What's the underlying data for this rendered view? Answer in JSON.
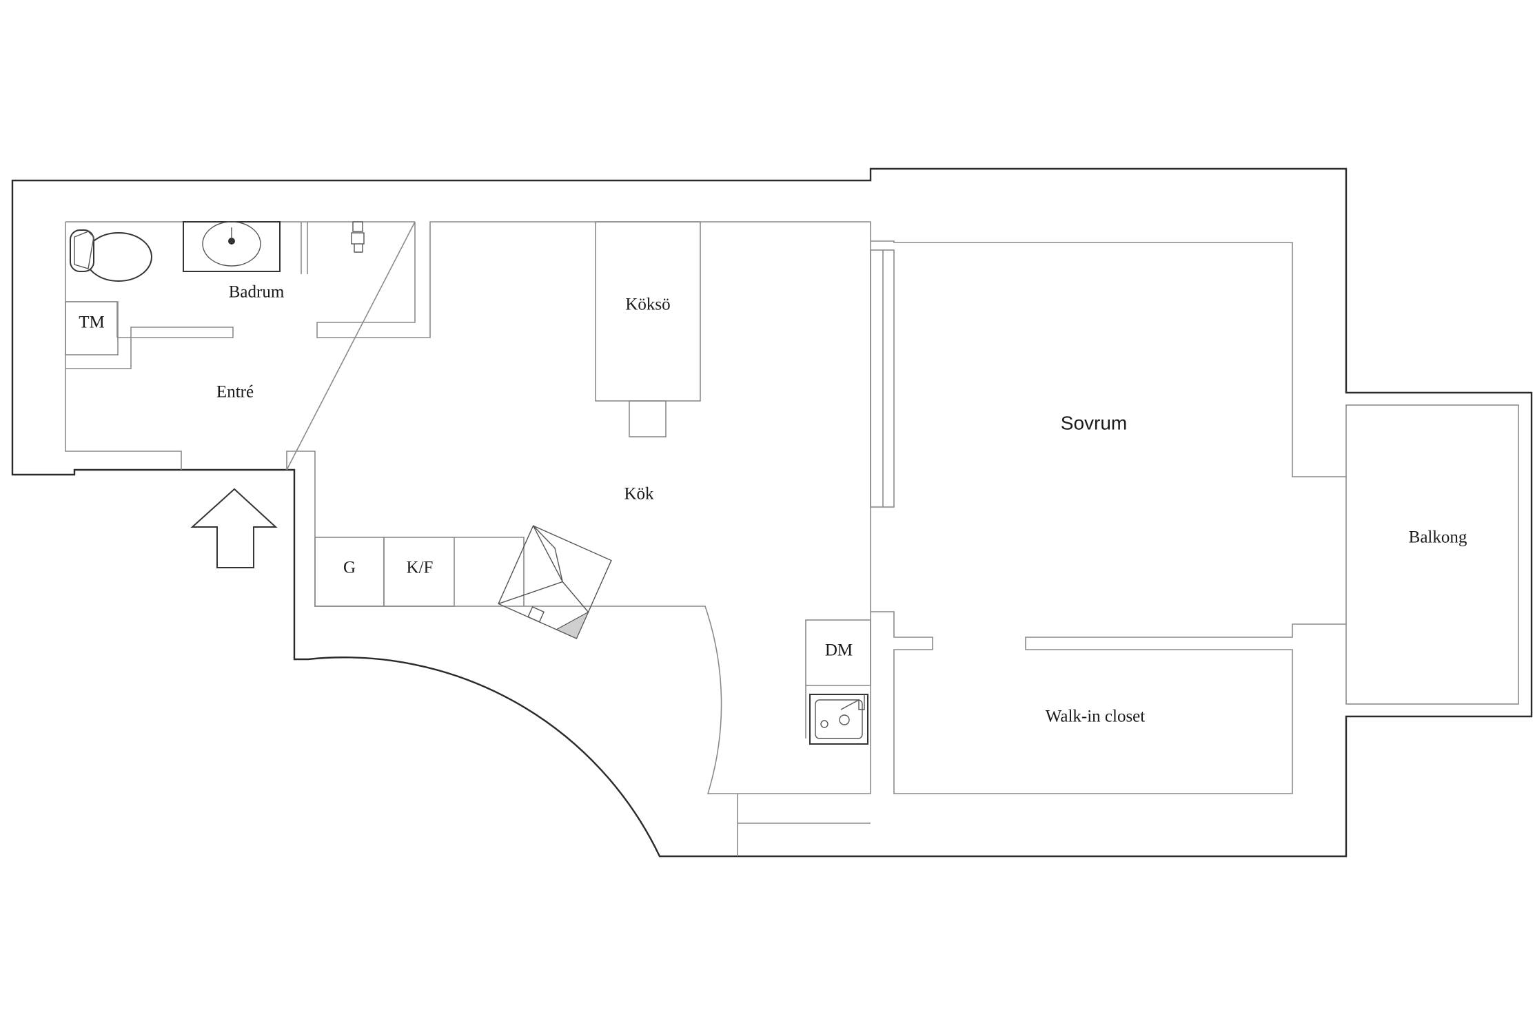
{
  "floorplan": {
    "rooms": {
      "badrum": "Badrum",
      "tm": "TM",
      "entre": "Entré",
      "kokso": "Köksö",
      "kok": "Kök",
      "sovrum": "Sovrum",
      "balkong": "Balkong",
      "walk_in": "Walk-in closet"
    },
    "appliances": {
      "g": "G",
      "kf": "K/F",
      "dm": "DM"
    },
    "icons": [
      "toilet-icon",
      "washbasin-icon",
      "shower-icon",
      "entrance-arrow-icon",
      "stove-icon",
      "kitchen-sink-icon"
    ],
    "colors": {
      "wall": "#2a2a2a",
      "inner_wall": "#8a8a8a",
      "background": "#ffffff"
    }
  }
}
